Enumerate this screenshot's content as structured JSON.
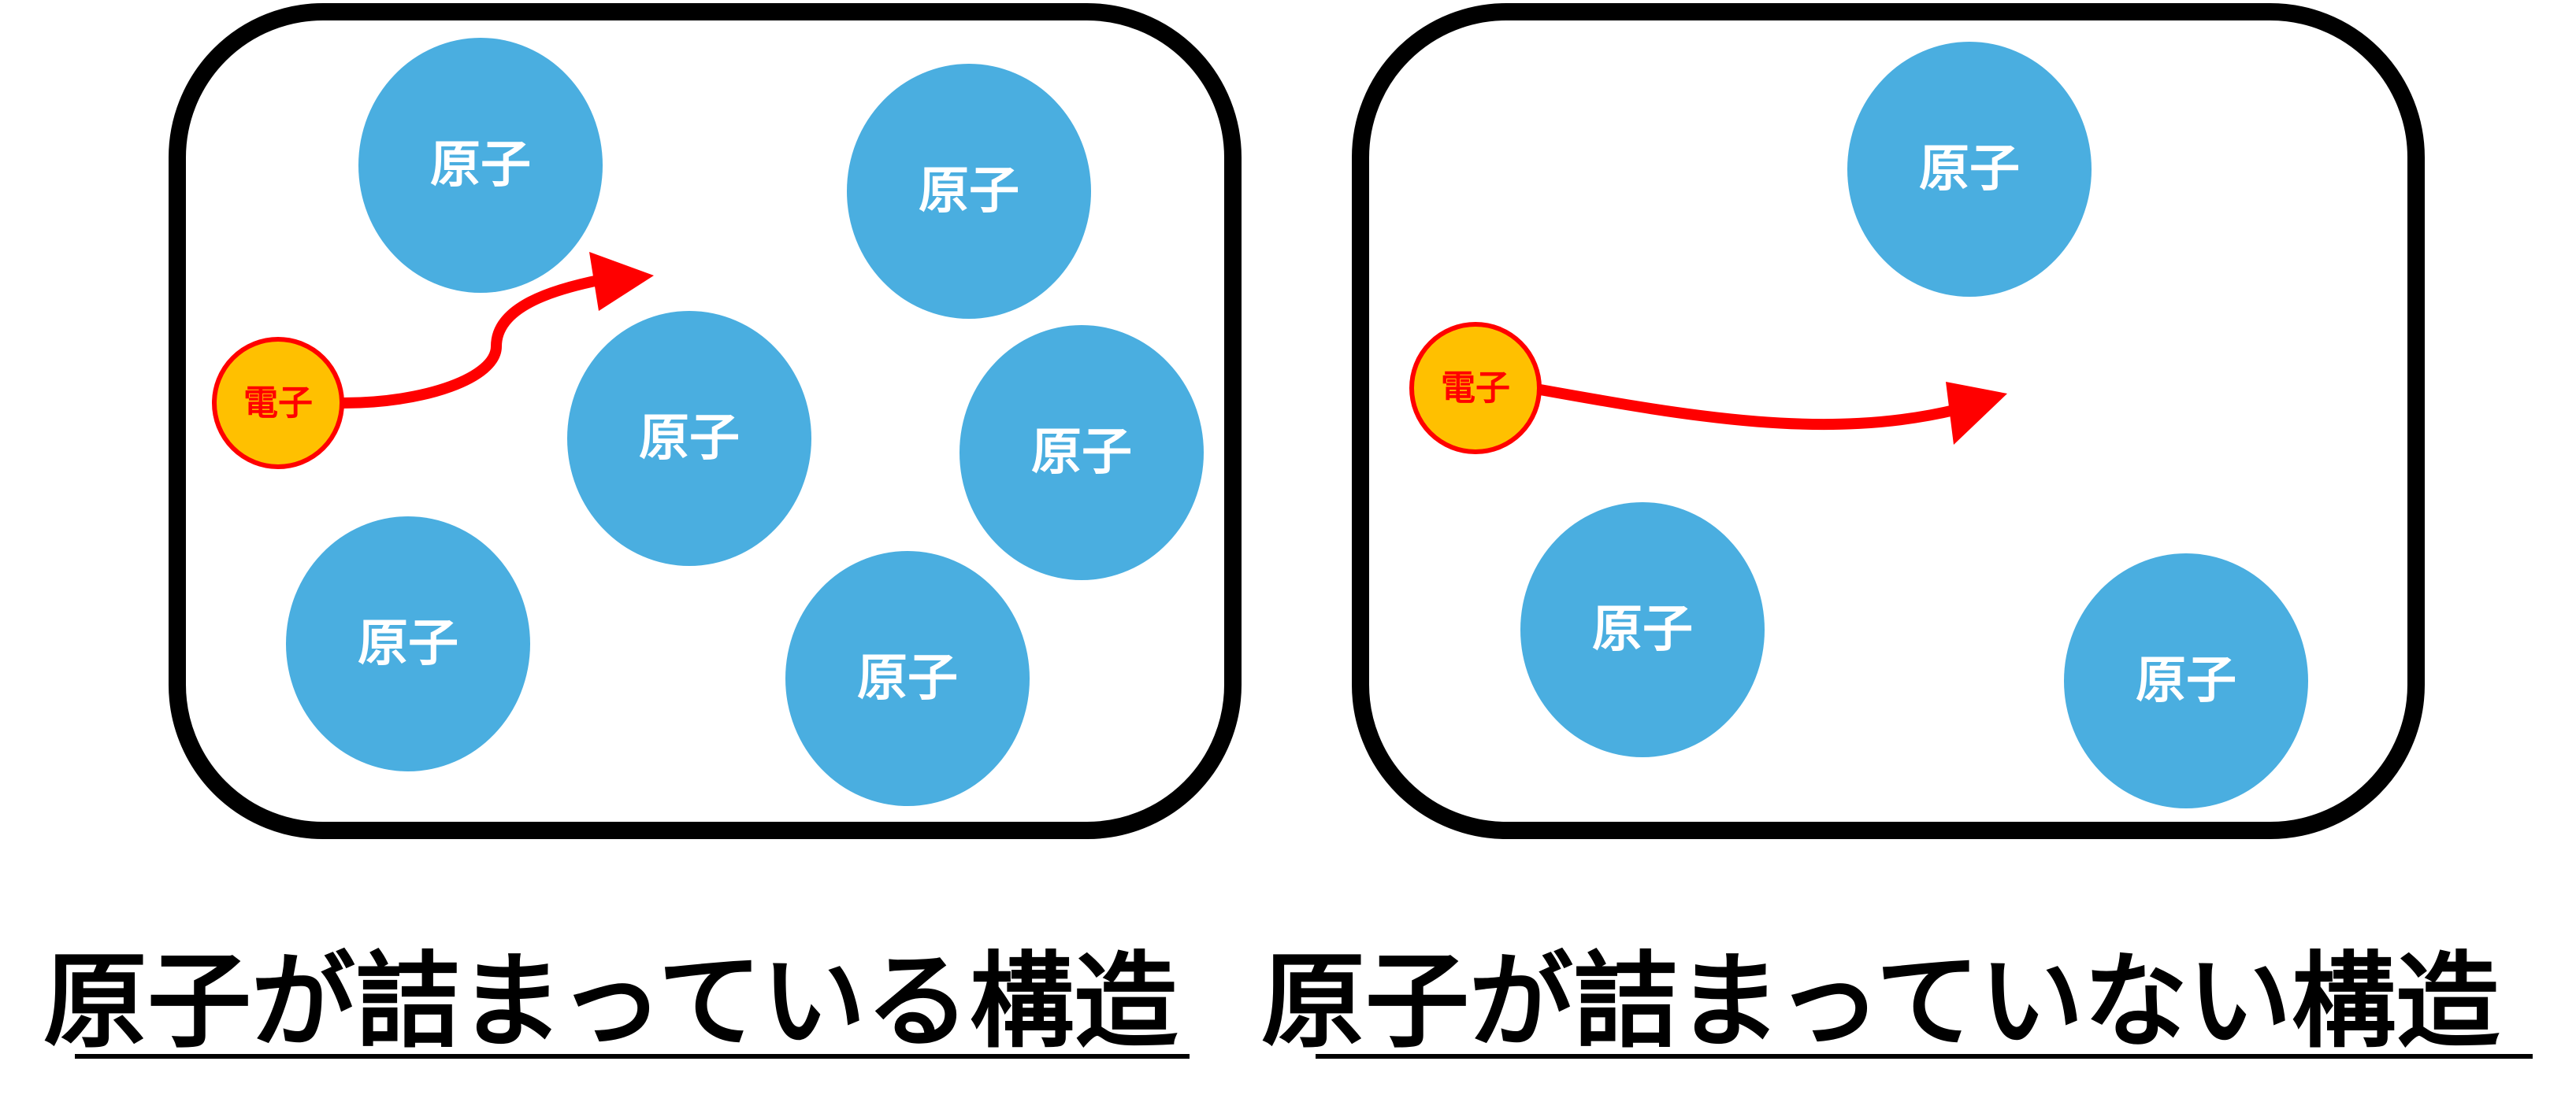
{
  "colors": {
    "atom": "#4aaee0",
    "atom_text": "#ffffff",
    "electron_fill": "#ffc000",
    "electron_outline": "#ff0000",
    "electron_path": "#ff0000",
    "frame": "#000000"
  },
  "panels": [
    {
      "caption": "原子が詰まっている構造",
      "electron_label": "電子",
      "atoms": [
        {
          "label": "原子"
        },
        {
          "label": "原子"
        },
        {
          "label": "原子"
        },
        {
          "label": "原子"
        },
        {
          "label": "原子"
        },
        {
          "label": "原子"
        }
      ]
    },
    {
      "caption": "原子が詰まっていない構造",
      "electron_label": "電子",
      "atoms": [
        {
          "label": "原子"
        },
        {
          "label": "原子"
        },
        {
          "label": "原子"
        }
      ]
    }
  ]
}
